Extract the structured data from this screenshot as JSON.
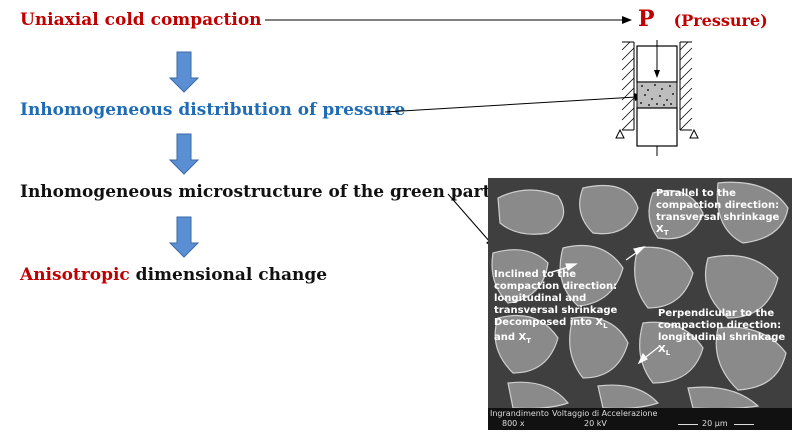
{
  "steps": {
    "compaction": "Uniaxial cold compaction",
    "distribution": "Inhomogeneous distribution of pressure",
    "microstructure": "Inhomogeneous microstructure of the green part",
    "change_highlight": "Anisotropic",
    "change_rest": " dimensional change"
  },
  "pressure": {
    "symbol": "P",
    "label": "(Pressure)"
  },
  "micrograph": {
    "parallel": [
      "Parallel to the",
      "compaction direction:",
      "transversal shrinkage",
      "X"
    ],
    "parallel_sub": "T",
    "inclined": [
      "Inclined to the",
      "compaction direction:",
      "longitudinal and",
      "transversal shrinkage",
      "Decomposed into X"
    ],
    "inclined_sub_1": "L",
    "inclined_and": "and X",
    "inclined_sub_2": "T",
    "perpendicular": [
      "Perpendicular to the",
      "compaction direction:",
      "longitudinal shrinkage",
      "X"
    ],
    "perpendicular_sub": "L",
    "footer": {
      "magnification_label": "Ingrandimento",
      "voltage_label": "Voltaggio di Accelerazione",
      "magnification": "800 x",
      "voltage": "20 kV",
      "scale": "20 µm"
    }
  },
  "colors": {
    "red": "#c00000",
    "blue": "#1f6bb5",
    "arrow_fill": "#5b8fd4",
    "arrow_stroke": "#3a6aa8"
  }
}
